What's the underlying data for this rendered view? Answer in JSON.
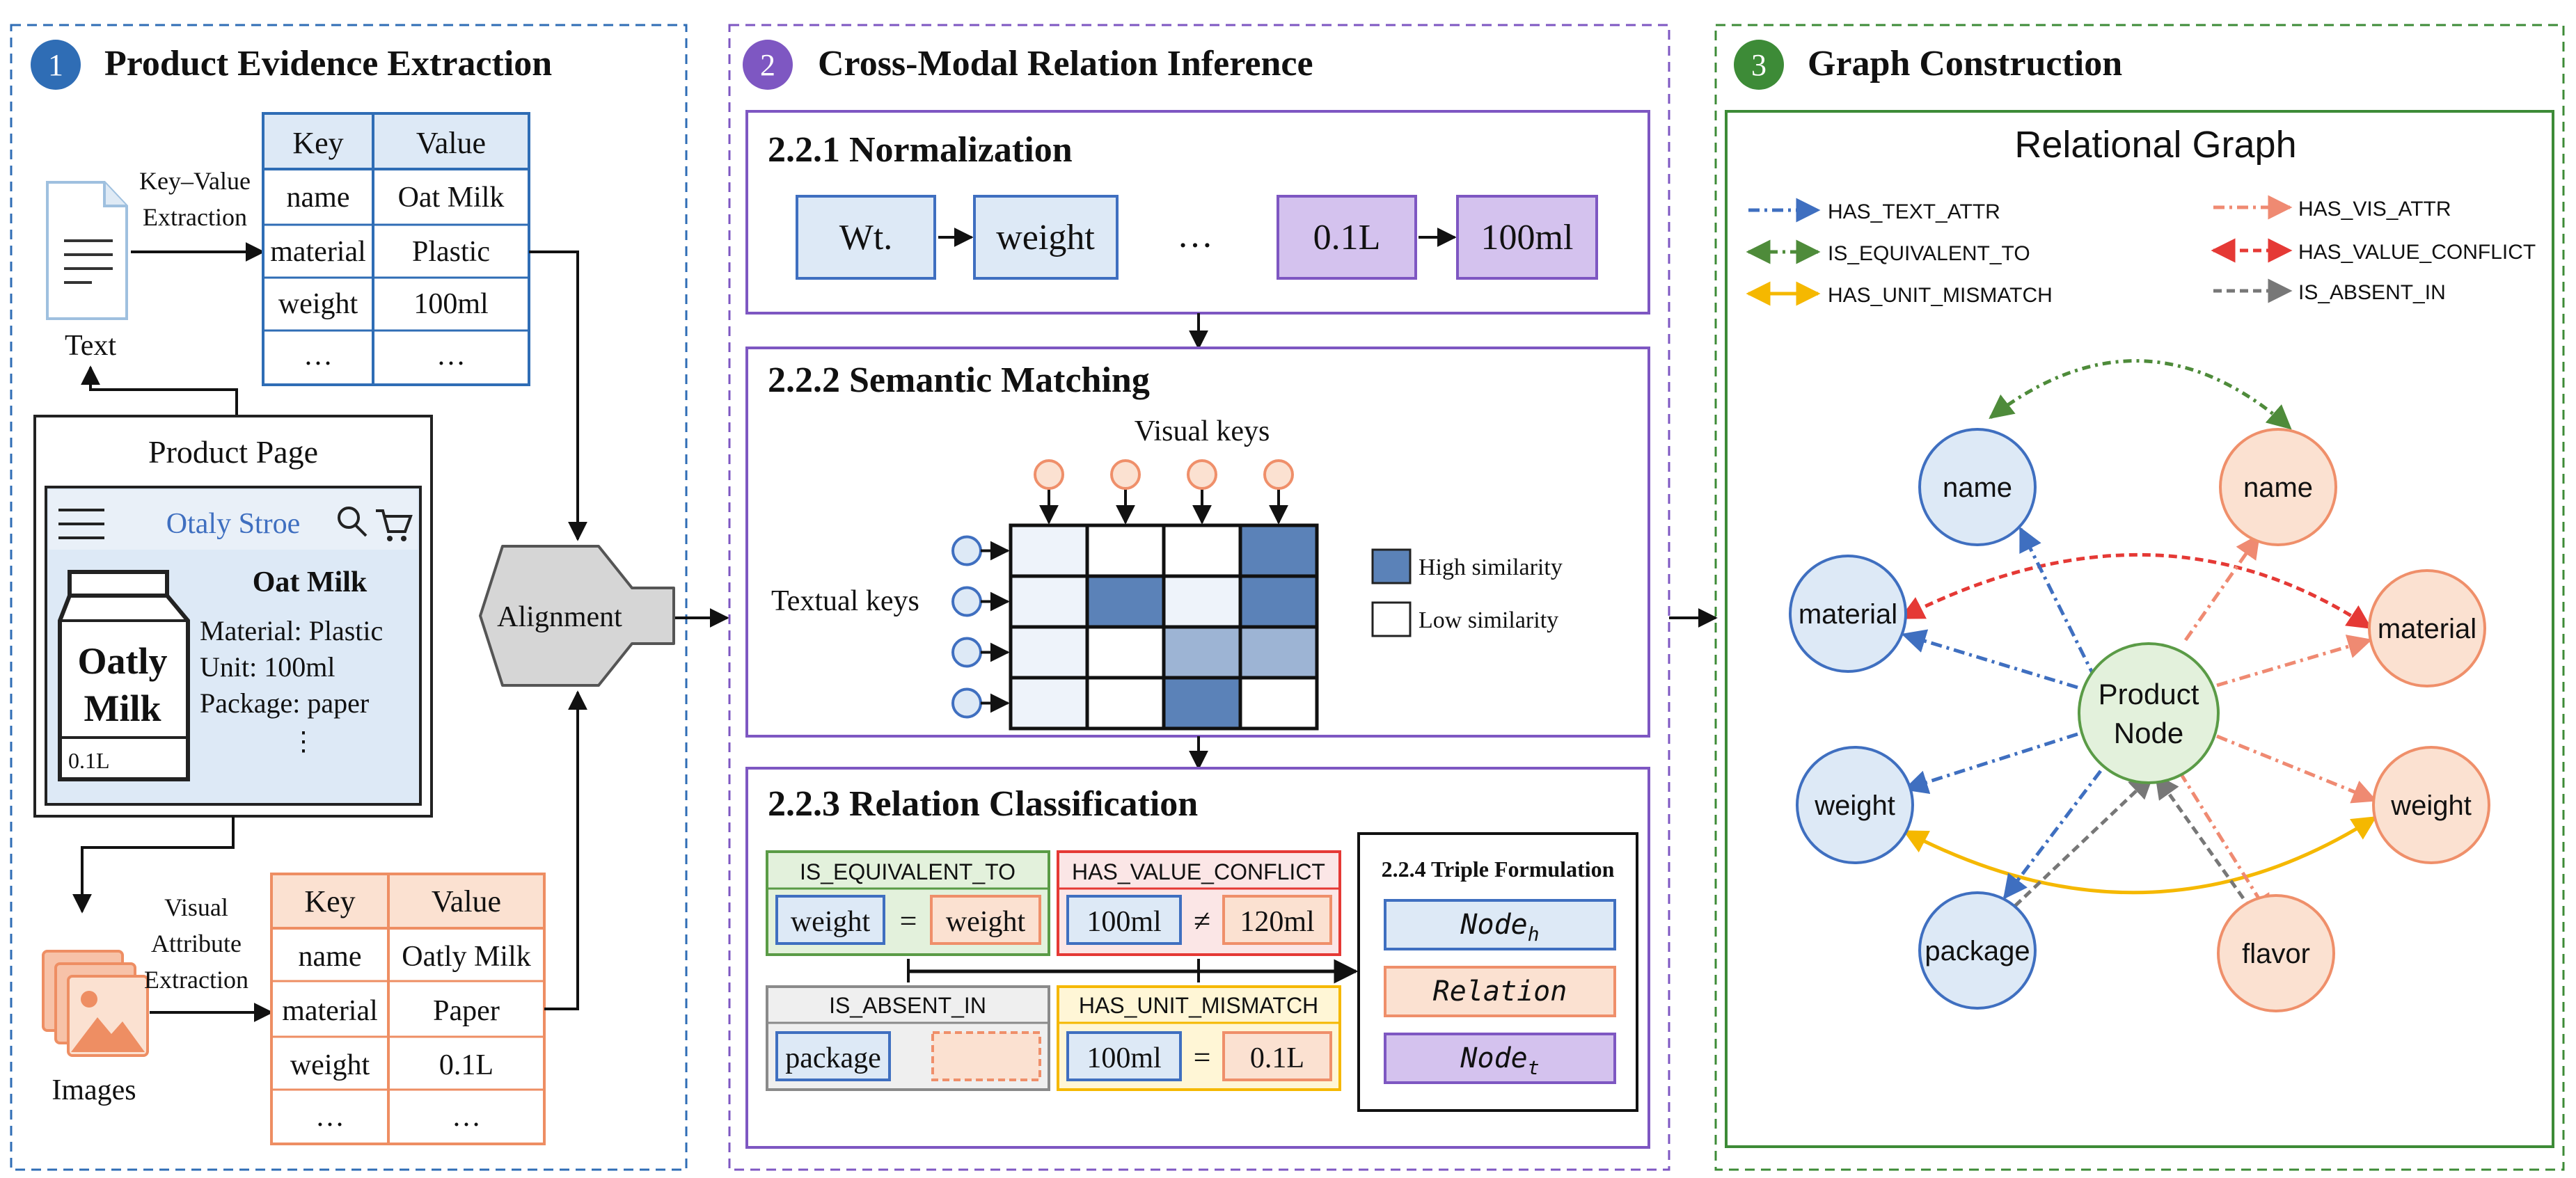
{
  "colors": {
    "panel1_border": "#2f6db5",
    "panel2_border": "#7e57c2",
    "panel3_border": "#3d8b37",
    "blue_fill": "#dde9f6",
    "blue_stroke": "#3f6fc0",
    "orange_fill": "#fbe1d1",
    "orange_stroke": "#ef8f6a",
    "purple_fill": "#d4c2ee",
    "purple_stroke": "#7e57c2",
    "green_fill": "#e3f1dc",
    "green_stroke": "#5a9b46",
    "high_similarity": "#5b82b8",
    "mid_similarity": "#9db4d4",
    "low_similarity": "#eef3fa",
    "edge_text_attr": "#3f6fc0",
    "edge_vis_attr": "#ef8a72",
    "edge_equivalent": "#4e8b3a",
    "edge_value_conflict": "#e53935",
    "edge_unit_mismatch": "#f5b800",
    "edge_absent": "#777777"
  },
  "panel1": {
    "number": "1",
    "title": "Product Evidence Extraction",
    "text_label": "Text",
    "images_label": "Images",
    "kv_extraction_line1": "Key–Value",
    "kv_extraction_line2": "Extraction",
    "vis_extraction_line1": "Visual",
    "vis_extraction_line2": "Attribute",
    "vis_extraction_line3": "Extraction",
    "alignment_label": "Alignment",
    "text_table": {
      "headers": [
        "Key",
        "Value"
      ],
      "rows": [
        [
          "name",
          "Oat Milk"
        ],
        [
          "material",
          "Plastic"
        ],
        [
          "weight",
          "100ml"
        ],
        [
          "…",
          "…"
        ]
      ]
    },
    "image_table": {
      "headers": [
        "Key",
        "Value"
      ],
      "rows": [
        [
          "name",
          "Oatly Milk"
        ],
        [
          "material",
          "Paper"
        ],
        [
          "weight",
          "0.1L"
        ],
        [
          "…",
          "…"
        ]
      ]
    },
    "product_page": {
      "title": "Product Page",
      "store_name": "Otaly Stroe",
      "product_name": "Oat Milk",
      "details": [
        "Material: Plastic",
        "Unit: 100ml",
        "Package: paper"
      ],
      "ellipsis": "⋮",
      "carton_line1": "Oatly",
      "carton_line2": "Milk",
      "carton_volume": "0.1L"
    }
  },
  "panel2": {
    "number": "2",
    "title": "Cross-Modal Relation Inference",
    "normalization": {
      "title": "2.2.1 Normalization",
      "items": [
        "Wt.",
        "weight",
        "…",
        "0.1L",
        "100ml"
      ]
    },
    "semantic_matching": {
      "title": "2.2.2 Semantic Matching",
      "visual_keys_label": "Visual keys",
      "textual_keys_label": "Textual keys",
      "legend_high": "High similarity",
      "legend_low": "Low similarity",
      "matrix": [
        [
          "low",
          "none",
          "none",
          "high"
        ],
        [
          "low",
          "high",
          "low",
          "high"
        ],
        [
          "low",
          "none",
          "mid",
          "mid"
        ],
        [
          "low",
          "none",
          "high",
          "none"
        ]
      ]
    },
    "relation_classification": {
      "title": "2.2.3 Relation Classification",
      "equivalent": {
        "label": "IS_EQUIVALENT_TO",
        "left": "weight",
        "op": "=",
        "right": "weight"
      },
      "value_conflict": {
        "label": "HAS_VALUE_CONFLICT",
        "left": "100ml",
        "op": "≠",
        "right": "120ml"
      },
      "absent": {
        "label": "IS_ABSENT_IN",
        "left": "package",
        "right": ""
      },
      "unit_mismatch": {
        "label": "HAS_UNIT_MISMATCH",
        "left": "100ml",
        "op": "=",
        "right": "0.1L"
      },
      "triple": {
        "title": "2.2.4 Triple Formulation",
        "node_h": "Node",
        "node_h_sub": "h",
        "relation": "Relation",
        "node_t": "Node",
        "node_t_sub": "t"
      }
    }
  },
  "panel3": {
    "number": "3",
    "title": "Graph Construction",
    "graph_title": "Relational Graph",
    "legend": [
      {
        "label": "HAS_TEXT_ATTR",
        "style": "text_attr"
      },
      {
        "label": "HAS_VIS_ATTR",
        "style": "vis_attr"
      },
      {
        "label": "IS_EQUIVALENT_TO",
        "style": "equivalent"
      },
      {
        "label": "HAS_VALUE_CONFLICT",
        "style": "value_conflict"
      },
      {
        "label": "HAS_UNIT_MISMATCH",
        "style": "unit_mismatch"
      },
      {
        "label": "IS_ABSENT_IN",
        "style": "absent"
      }
    ],
    "center_node": {
      "line1": "Product",
      "line2": "Node"
    },
    "text_nodes": [
      "name",
      "material",
      "weight",
      "package"
    ],
    "visual_nodes": [
      "name",
      "material",
      "weight",
      "flavor"
    ]
  }
}
